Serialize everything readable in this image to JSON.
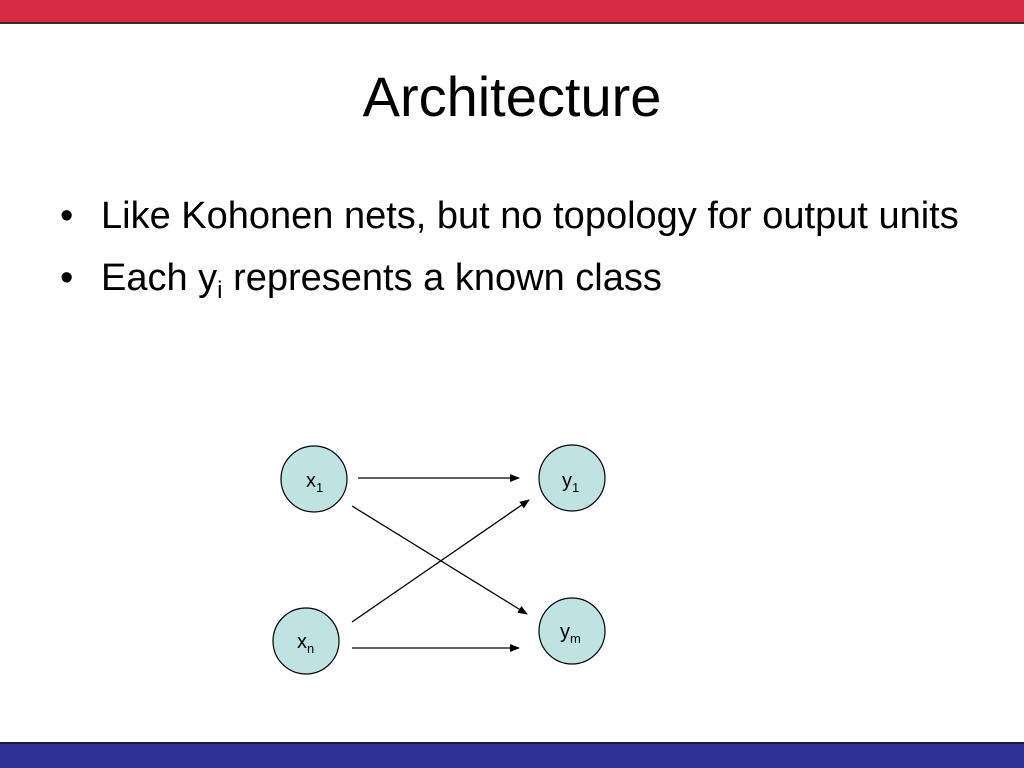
{
  "slide": {
    "title": "Architecture",
    "bullets": [
      {
        "marker": "•",
        "text": "Like Kohonen nets, but no topology for output units"
      },
      {
        "marker": "•",
        "text_before": "Each y",
        "subscript": "i",
        "text_after": " represents a known class"
      }
    ]
  },
  "diagram": {
    "nodes": {
      "x1": {
        "base": "x",
        "sub": "1"
      },
      "xn": {
        "base": "x",
        "sub": "n"
      },
      "y1": {
        "base": "y",
        "sub": "1"
      },
      "ym": {
        "base": "y",
        "sub": "m"
      }
    },
    "node_fill": "#bfe3e3",
    "node_stroke": "#000000"
  },
  "colors": {
    "top_bar": "#d72b45",
    "bottom_bar": "#2e3192"
  }
}
